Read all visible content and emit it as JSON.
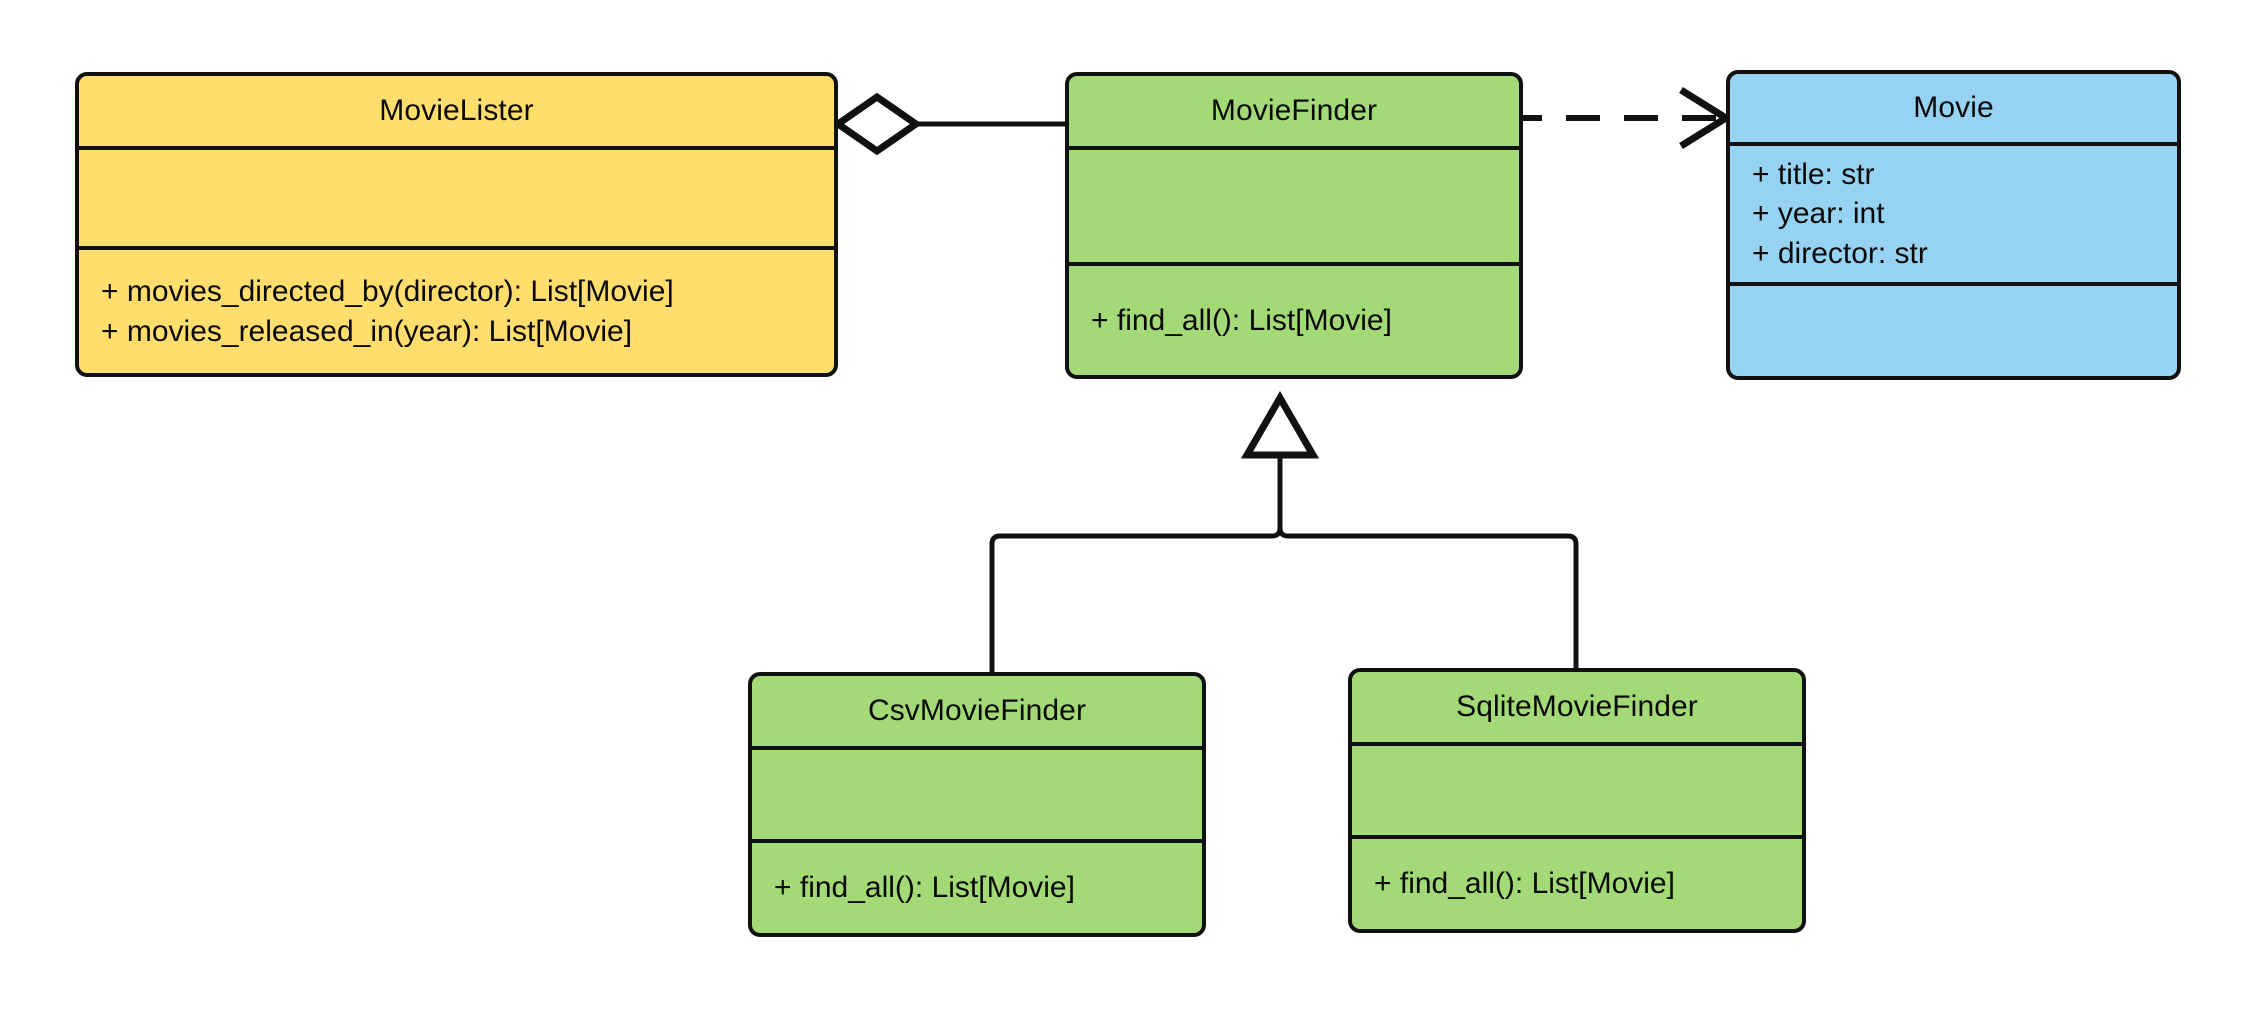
{
  "diagram": {
    "kind": "uml-class-diagram",
    "background": "#ffffff",
    "stroke_color": "#111111",
    "palette": {
      "yellow": "#ffde6e",
      "green": "#a3d977",
      "blue": "#96d2f2"
    }
  },
  "classes": [
    {
      "id": "movie-lister",
      "name": "MovieLister",
      "fill": "#ffde6e",
      "attributes": [],
      "methods": [
        "+ movies_directed_by(director): List[Movie]",
        "+ movies_released_in(year): List[Movie]"
      ]
    },
    {
      "id": "movie-finder",
      "name": "MovieFinder",
      "fill": "#a3d977",
      "attributes": [],
      "methods": [
        "+ find_all(): List[Movie]"
      ]
    },
    {
      "id": "movie",
      "name": "Movie",
      "fill": "#96d2f2",
      "attributes": [
        "+ title: str",
        "+ year: int",
        "+ director: str"
      ],
      "methods": []
    },
    {
      "id": "csv-movie-finder",
      "name": "CsvMovieFinder",
      "fill": "#a3d977",
      "attributes": [],
      "methods": [
        "+ find_all(): List[Movie]"
      ]
    },
    {
      "id": "sqlite-movie-finder",
      "name": "SqliteMovieFinder",
      "fill": "#a3d977",
      "attributes": [],
      "methods": [
        "+ find_all(): List[Movie]"
      ]
    }
  ],
  "relationships": [
    {
      "id": "lister-aggregates-finder",
      "type": "aggregation",
      "source": "MovieLister",
      "target": "MovieFinder",
      "decoration": "hollow-diamond",
      "line": "solid"
    },
    {
      "id": "finder-depends-movie",
      "type": "dependency",
      "source": "MovieFinder",
      "target": "Movie",
      "decoration": "open-arrow",
      "line": "dashed"
    },
    {
      "id": "csv-inherits-finder",
      "type": "generalization",
      "source": "CsvMovieFinder",
      "target": "MovieFinder",
      "decoration": "hollow-triangle",
      "line": "solid"
    },
    {
      "id": "sqlite-inherits-finder",
      "type": "generalization",
      "source": "SqliteMovieFinder",
      "target": "MovieFinder",
      "decoration": "hollow-triangle",
      "line": "solid"
    }
  ]
}
